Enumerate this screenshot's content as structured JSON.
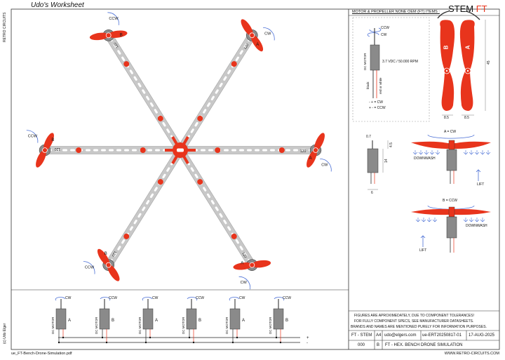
{
  "page": {
    "title": "Udo's Worksheet",
    "side_label_top": "RETRO CIRCUITS",
    "side_label_bottom": "(c) Udo Elger",
    "footer_left": "ue_FT-Bench-Drone-Simulation.pdf",
    "footer_right": "WWW.RETRO-CIRCUITS.COM"
  },
  "hex_frame": {
    "arms": [
      {
        "propeller": "B",
        "direction": "CCW",
        "angle_label": "120"
      },
      {
        "propeller": "A",
        "direction": "CW",
        "angle_label": "120"
      },
      {
        "propeller": "B",
        "direction": "CCW",
        "angle_label": "120"
      },
      {
        "propeller": "A",
        "direction": "CW",
        "angle_label": "120"
      },
      {
        "propeller": "B",
        "direction": "CCW",
        "angle_label": "120"
      },
      {
        "propeller": "A",
        "direction": "CW",
        "angle_label": "120"
      }
    ]
  },
  "motor_row": {
    "motor_label": "DC MOTOR",
    "units": [
      {
        "direction": "CW",
        "propeller": "A"
      },
      {
        "direction": "CCW",
        "propeller": "B"
      },
      {
        "direction": "CW",
        "propeller": "A"
      },
      {
        "direction": "CCW",
        "propeller": "B"
      },
      {
        "direction": "CW",
        "propeller": "A"
      },
      {
        "direction": "CCW",
        "propeller": "B"
      }
    ],
    "plus": "+",
    "minus": "-"
  },
  "right_panel": {
    "brand_a": "STEM ",
    "brand_b": "FT",
    "brand_b_color": "#e8341c",
    "items_title": "MOTOR & PROPELLER NONE OEM (FT) ITEMS :",
    "motor_box": {
      "ccw": "CCW",
      "cw": "CW",
      "motor_label": "DC MOTOR",
      "rating": "3.7 VDC  /  50.000 RPM",
      "wire_black": "black",
      "wire_red": "red or white",
      "pol_cw": "- +  = CW",
      "pol_ccw": "+ -  = CCW"
    },
    "propellers": {
      "left": "B",
      "right": "A",
      "height": "45",
      "width_left": "8.5",
      "width_right": "8.5"
    },
    "motor_dims": {
      "top": "0.7",
      "body": "14",
      "shaft": "4.5",
      "base": "6"
    },
    "thrust_a": {
      "label": "A = CW",
      "downwash": "DOWNWASH",
      "lift": "LIFT"
    },
    "thrust_b": {
      "label": "B = CCW",
      "downwash": "DOWNWASH",
      "lift": "LIFT"
    },
    "note": [
      "FIGURES ARE APROXIMEDATELY, DUE TO COMPONENT TOLERANCES!",
      "FOR FULLY COMPONENT SPECS, SEE MANUFACTURER DATASHEETS.",
      "BRANDS AND NAMES ARE MENTIONED PURELY FOR INFORMATION PURPOSES."
    ],
    "title_block": {
      "series": "FT - STEM",
      "format": "A4",
      "email": "udo@elgers.com",
      "doc_id": "ue-ERT20250817-01",
      "date": "17-AUG-2025",
      "number": "000",
      "revision": "B",
      "doc_title": "FT - HEX. BENCH DRONE SIMULATION"
    }
  },
  "colors": {
    "red": "#e8341c",
    "arm": "#c8c8c8",
    "motor": "#8a8a8a",
    "arrow": "#4a6fd6"
  }
}
